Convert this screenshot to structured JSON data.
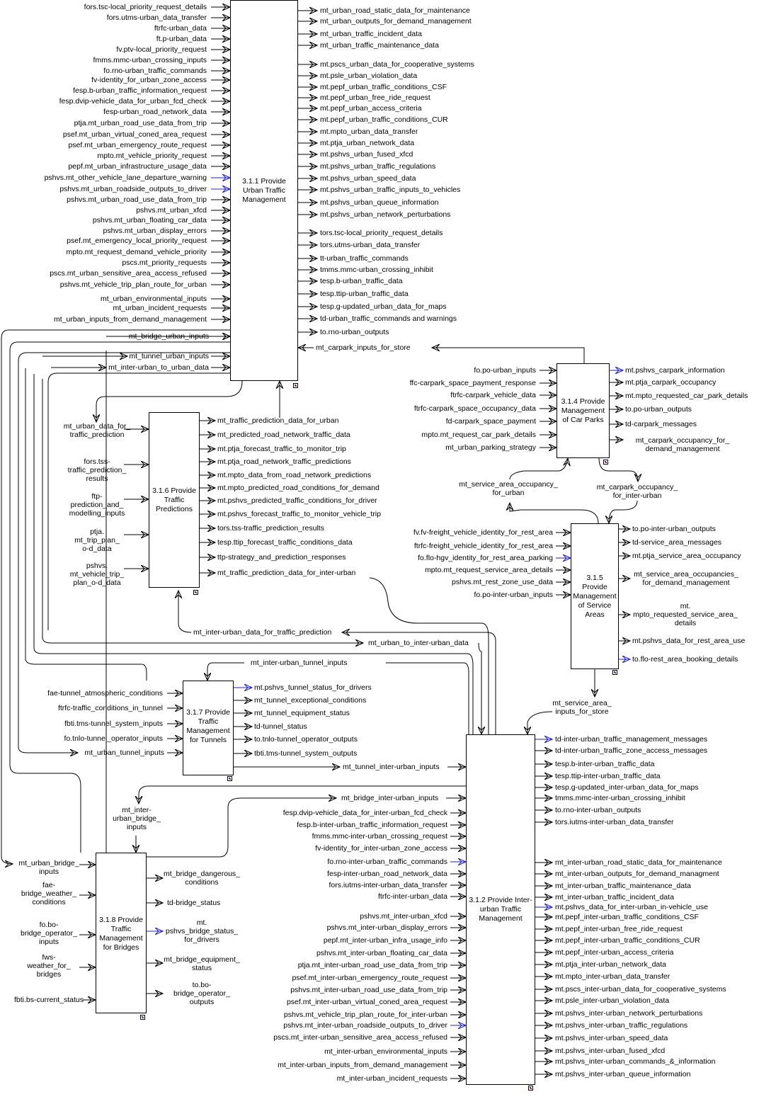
{
  "diagram": {
    "colors": {
      "line": "#000000",
      "highlight": "#1c1ce0",
      "corner_blue": "#1c3fd6",
      "corner_red": "#d62020"
    },
    "processes": {
      "p311": {
        "label": "3.1.1 Provide\nUrban Traffic\nManagement"
      },
      "p312": {
        "label": "3.1.2 Provide Inter-\nurban Traffic\nManagement"
      },
      "p314": {
        "label": "3.1.4 Provide\nManagement\nof Car Parks"
      },
      "p315": {
        "label": "3.1.5\nProvide\nManagement\nof Service\nAreas"
      },
      "p316": {
        "label": "3.1.6 Provide\nTraffic\nPredictions"
      },
      "p317": {
        "label": "3.1.7 Provide\nTraffic\nManagement\nfor Tunnels"
      },
      "p318": {
        "label": "3.1.8 Provide\nTraffic\nManagement\nfor Bridges"
      }
    },
    "p311_inputs": [
      "fors.tsc-local_priority_request_details",
      "fors.utms-urban_data_transfer",
      "ftrfc-urban_data",
      "ft.p-urban_data",
      "fv.ptv-local_priority_request",
      "fmms.mmc-urban_crossing_inputs",
      "fo.rno-urban_traffic_commands",
      "fv-identity_for_urban_zone_access",
      "fesp.b-urban_traffic_information_request",
      "fesp.dvip-vehicle_data_for_urban_fcd_check",
      "fesp-urban_road_network_data",
      "ptja.mt_urban_road_use_data_from_trip",
      "psef.mt_urban_virtual_coned_area_request",
      "psef.mt_urban_emergency_route_request",
      "mpto.mt_vehicle_priority_request",
      "pepf.mt_urban_infrastructure_usage_data",
      "pshvs.mt_other_vehicle_lane_departure_warning",
      "pshvs.mt_urban_roadside_outputs_to_driver",
      "pshvs.mt_urban_road_use_data_from_trip",
      "pshvs.mt_urban_xfcd",
      "pshvs.mt_urban_floating_car_data",
      "pshvs.mt_urban_display_errors",
      "psef.mt_emergency_local_priority_request",
      "mpto.mt_request_demand_vehicle_priority",
      "pscs.mt_priority_requests",
      "pscs.mt_urban_sensitive_area_access_refused",
      "pshvs.mt_vehicle_trip_plan_route_for_urban",
      "mt_urban_environmental_inputs",
      "mt_urban_incident_requests",
      "mt_urban_inputs_from_demand_management",
      "mt_bridge_urban_inputs",
      "mt_tunnel_urban_inputs",
      "mt_inter-urban_to_urban_data"
    ],
    "p311_outputs": [
      "mt_urban_road_static_data_for_maintenance",
      "mt_urban_outputs_for_demand_management",
      "mt_urban_traffic_incident_data",
      "mt_urban_traffic_maintenance_data",
      "mt.pscs_urban_data_for_cooperative_systems",
      "mt.psle_urban_violation_data",
      "mt.pepf_urban_traffic_conditions_CSF",
      "mt.pepf_urban_free_ride_request",
      "mt.pepf_urban_access_criteria",
      "mt.pepf_urban_traffic_conditions_CUR",
      "mt.mpto_urban_data_transfer",
      "mt.ptja_urban_network_data",
      "mt.pshvs_urban_fused_xfcd",
      "mt.pshvs_urban_traffic_regulations",
      "mt.pshvs_urban_speed_data",
      "mt.pshvs_urban_traffic_inputs_to_vehicles",
      "mt.pshvs_urban_queue_information",
      "mt.pshvs_urban_network_perturbations",
      "tors.tsc-local_priority_request_details",
      "tors.utms-urban_data_transfer",
      "tt-urban_traffic_commands",
      "tmms.mmc-urban_crossing_inhibit",
      "tesp.b-urban_traffic_data",
      "tesp.ttip-urban_traffic_data",
      "tesp.g-updated_urban_data_for_maps",
      "td-urban_traffic_commands and warnings",
      "to.rno-urban_outputs",
      "mt_carpark_inputs_for_store"
    ],
    "p316_inputs": [
      "mt_urban_data_for_\ntraffic_prediction",
      "fors.tss-\ntraffic_prediction_\nresults",
      "ftp-\nprediction_and_\nmodelling_inputs",
      "ptja.\nmt_trip_plan_\no-d_data",
      "pshvs.\nmt_vehicle_trip_\nplan_o-d_data"
    ],
    "p316_outputs": [
      "mt_traffic_prediction_data_for_urban",
      "mt_predicted_road_network_traffic_data",
      "mt.ptja_forecast_traffic_to_monitor_trip",
      "mt.ptja_road_network_traffic_predictions",
      "mt.mpto_data_from_road_network_predictions",
      "mt.mpto_predicted_road_conditions_for_demand",
      "mt.pshvs_predicted_traffic_conditions_for_driver",
      "mt.pshvs_forecast_traffic_to_monitor_vehicle_trip",
      "tors.tss-traffic_prediction_results",
      "tesp.ttip_forecast_traffic_conditions_data",
      "ttp-strategy_and_prediction_responses",
      "mt_traffic_prediction_data_for_inter-urban"
    ],
    "p314_inputs": [
      "fo.po-urban_inputs",
      "ffc-carpark_space_payment_response",
      "ftrfc-carpark_vehicle_data",
      "ftrfc-carpark_space_occupancy_data",
      "fd-carpark_space_payment",
      "mpto.mt_request_car_park_details",
      "mt_urban_parking_strategy"
    ],
    "p314_outputs": [
      "mt.pshvs_carpark_information",
      "mt.ptja_carpark_occupancy",
      "mt.mpto_requested_car_park_details",
      "to.po-urban_outputs",
      "td-carpark_messages",
      "mt_carpark_occupancy_for_\ndemand_management"
    ],
    "p314_flows": {
      "service_area_for_urban": "mt_service_area_occupancy_\nfor_urban",
      "carpark_for_inter_urban": "mt_carpark_occupancy_\nfor_inter-urban"
    },
    "p315_inputs": [
      "fv.fv-freight_vehicle_identity_for_rest_area",
      "ftrfc-freight_vehicle_identity_for_rest_area",
      "fo.flo-hgv_identity_for_rest_area_parking",
      "mpto.mt_request_service_area_details",
      "pshvs.mt_rest_zone_use_data",
      "fo.po-inter-urban_inputs"
    ],
    "p315_outputs": [
      "to.po-inter-urban_outputs",
      "td-service_area_messages",
      "mt.ptja_service_area_occupancy",
      "mt_service_area_occupancies_\nfor_demand_management",
      "mt.\nmpto_requested_service_area_\ndetails",
      "mt.pshvs_data_for_rest_area_use",
      "to.flo-rest_area_booking_details"
    ],
    "p315_flows": {
      "service_area_inputs_for_store": "mt_service_area_\ninputs_for_store"
    },
    "middle_flows": {
      "inter_urban_data_for_prediction": "mt_inter-urban_data_for_traffic_prediction",
      "urban_to_inter_urban": "mt_urban_to_inter-urban_data",
      "inter_urban_tunnel_inputs": "mt_inter-urban_tunnel_inputs",
      "tunnel_inter_urban_inputs": "mt_tunnel_inter-urban_inputs",
      "bridge_inter_urban_inputs": "mt_bridge_inter-urban_inputs",
      "inter_urban_bridge_inputs": "mt_inter-\nurban_bridge_\ninputs"
    },
    "p317_inputs": [
      "fae-tunnel_atmospheric_conditions",
      "ftrfc-traffic_conditions_in_tunnel",
      "fbti.tms-tunnel_system_inputs",
      "fo.tnlo-tunnel_operator_inputs",
      "mt_urban_tunnel_inputs"
    ],
    "p317_outputs": [
      "mt.pshvs_tunnel_status_for_drivers",
      "mt_tunnel_exceptional_conditions",
      "mt_tunnel_equipment_status",
      "td-tunnel_status",
      "to.tnlo-tunnel_operator_outputs",
      "tbti.tms-tunnel_system_outputs"
    ],
    "p318_inputs": [
      "mt_urban_bridge_\ninputs",
      "fae-\nbridge_weather_\nconditions",
      "fo.bo-\nbridge_operator_\ninputs",
      "fws-\nweather_for_\nbridges",
      "fbti.bs-current_status"
    ],
    "p318_outputs": [
      "mt_bridge_dangerous_\nconditions",
      "td-bridge_status",
      "mt.\npshvs_bridge_status_\nfor_drivers",
      "mt_bridge_equipment_\nstatus",
      "to.bo-\nbridge_operator_\noutputs"
    ],
    "p312_inputs": [
      "fesp.dvip-vehicle_data_for_inter-urban_fcd_check",
      "fesp.b-inter-urban_traffic_information_request",
      "fmms.mmc-inter-urban_crossing_request",
      "fv-identity_for_inter-urban_zone_access",
      "fo.rno-inter-urban_traffic_commands",
      "fesp-inter-urban_road_network_data",
      "fors.iutms-inter-urban_data_transfer",
      "ftrfc-inter-urban_data",
      "pshvs.mt_inter-urban_xfcd",
      "pshvs.mt_inter-urban_display_errors",
      "pepf.mt_inter-urban_infra_usage_info",
      "pshvs.mt_inter-urban_floating_car_data",
      "ptja.mt_inter-urban_road_use_data_from_trip",
      "psef.mt_inter-urban_emergency_route_request",
      "pshvs.mt_inter-urban_road_use_data_from_trip",
      "psef.mt_inter-urban_virtual_coned_area_request",
      "pshvs.mt_vehicle_trip_plan_route_for_inter-urban",
      "pshvs.mt_inter-urban_roadside_outputs_to_driver",
      "pscs.mt_inter-urban_sensitive_area_access_refused",
      "mt_inter-urban_environmental_inputs",
      "mt_inter-urban_inputs_from_demand_management",
      "mt_inter-urban_incident_requests"
    ],
    "p312_outputs": [
      "td-inter-urban_traffic_management_messages",
      "td-inter-urban_traffic_zone_access_messages",
      "tesp.b-inter-urban_traffic_data",
      "tesp.ttip-inter-urban_traffic_data",
      "tesp.g-updated_inter-urban_data_for_maps",
      "tmms.mmc-inter-urban_crossing_inhibit",
      "to.rno-inter-urban_outputs",
      "tors.iutms-inter-urban_data_transfer",
      "mt_inter-urban_road_static_data_for_maintenance",
      "mt_inter-urban_outputs_for_demand_managment",
      "mt_inter-urban_traffic_maintenance_data",
      "mt_inter-urban_traffic_incident_data",
      "mt.pshvs_data_for_inter-urban_in-vehicle_use",
      "mt.pepf_inter-urban_traffic_conditions_CSF",
      "mt.pepf_inter-urban_free_ride_request",
      "mt.pepf_inter-urban_traffic_conditions_CUR",
      "mt.pepf_inter-urban_access_criteria",
      "mt.ptja_inter-urban_network_data",
      "mt.mpto_inter-urban_data_transfer",
      "mt.pscs_inter-urban_data_for_cooperative_systems",
      "mt.psle_inter-urban_violation_data",
      "mt.pshvs_inter-urban_network_perturbations",
      "mt.pshvs_inter-urban_traffic_regulations",
      "mt.pshvs_inter-urban_speed_data",
      "mt.pshvs_inter-urban_fused_xfcd",
      "mt.pshvs_inter-urban_commands_&_information",
      "mt.pshvs_inter-urban_queue_information"
    ]
  }
}
